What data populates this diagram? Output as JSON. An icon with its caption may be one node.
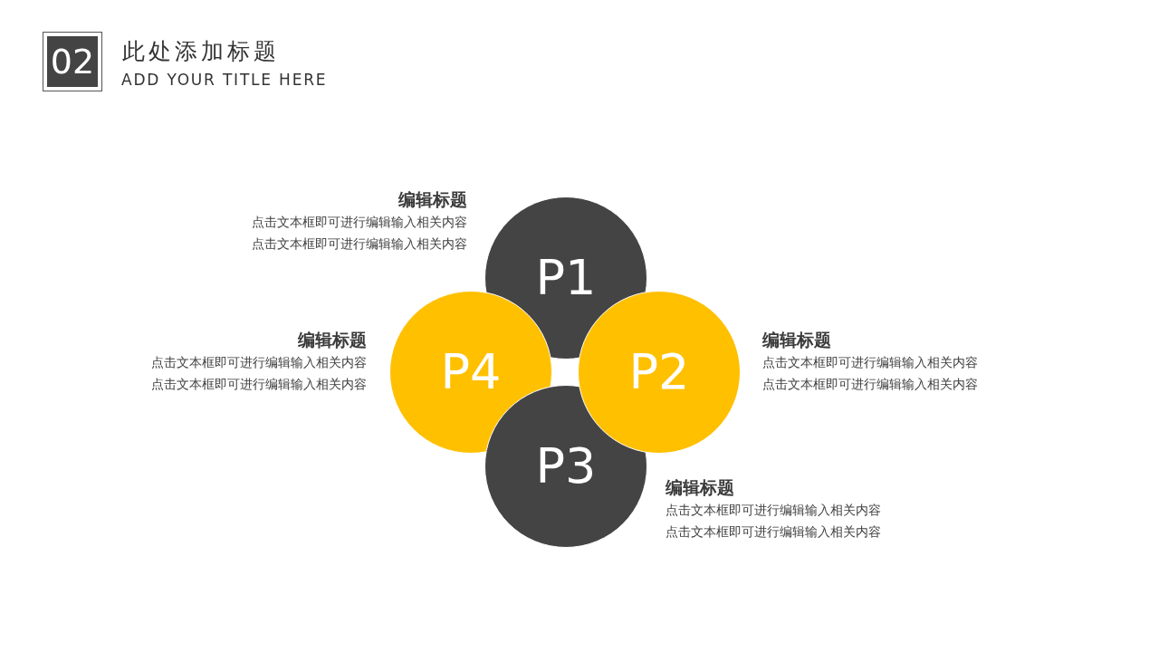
{
  "diagram": {
    "title": "此处添加标题",
    "labels": [
      "02",
      "ADD YOUR TITLE HERE"
    ],
    "nodes": [
      {
        "text": [
          "P1"
        ],
        "beside": [
          "编辑标题",
          "点击文本框即可进行编辑输入相关内容点击文本框即可进行编辑输入相关内容"
        ]
      },
      {
        "text": [
          "P4"
        ],
        "beside": [
          "编辑标题",
          "点击文本框即可进行编辑输入相关内容点击文本框即可进行编辑输入相关内容"
        ]
      },
      {
        "text": [
          "P2"
        ],
        "beside": [
          "编辑标题",
          "点击文本框即可进行编辑输入相关内容点击文本框即可进行编辑输入相关内容"
        ]
      },
      {
        "text": [
          "P3"
        ],
        "beside": [
          "编辑标题",
          "点击文本框即可进行编辑输入相关内容点击文本框即可进行编辑输入相关内容"
        ]
      }
    ],
    "edges": []
  }
}
